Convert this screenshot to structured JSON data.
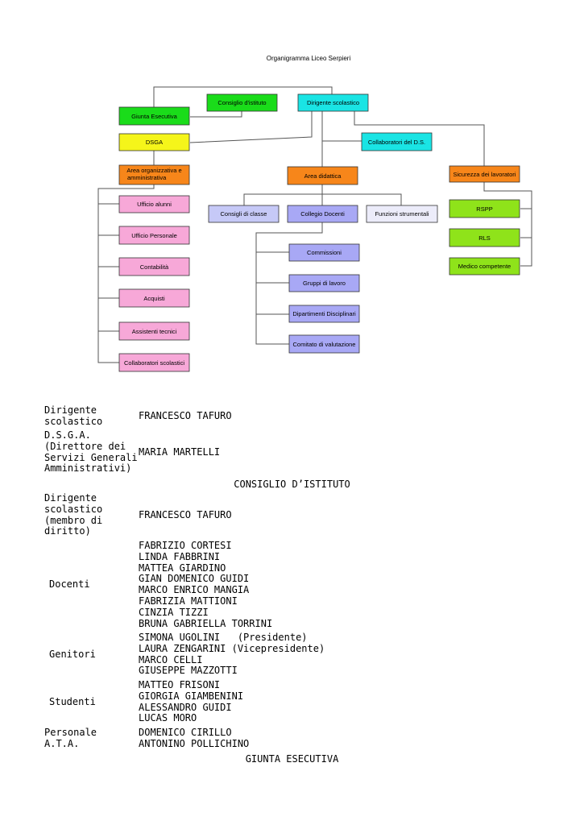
{
  "chart": {
    "title": "Organigramma Liceo Serpieri",
    "boxes": {
      "consiglio_istituto": {
        "label": "Consiglio d'istituto",
        "color": "#1adc1a"
      },
      "dirigente": {
        "label": "Dirigente scolastico",
        "color": "#1ae4e4"
      },
      "giunta": {
        "label": "Giunta Esecutiva",
        "color": "#1adc1a"
      },
      "dsga": {
        "label": "DSGA",
        "color": "#f5f51a"
      },
      "collaboratori_ds": {
        "label": "Collaboratori del D.S.",
        "color": "#1ae4e4"
      },
      "area_org": {
        "label_line1": "Area organizzativa e",
        "label_line2": "amministrativa",
        "color": "#f7861a"
      },
      "area_did": {
        "label": "Area didattica",
        "color": "#f7861a"
      },
      "sicurezza": {
        "label": "Sicurezza dei lavoratori",
        "color": "#f7861a"
      },
      "ufficio_alunni": {
        "label": "Ufficio alunni",
        "color": "#f7a8d8"
      },
      "ufficio_personale": {
        "label": "Ufficio Personale",
        "color": "#f7a8d8"
      },
      "contabilita": {
        "label": "Contabilità",
        "color": "#f7a8d8"
      },
      "acquisti": {
        "label": "Acquisti",
        "color": "#f7a8d8"
      },
      "assistenti": {
        "label": "Assistenti tecnici",
        "color": "#f7a8d8"
      },
      "collaboratori_scol": {
        "label": "Collaboratori scolastici",
        "color": "#f7a8d8"
      },
      "consigli_classe": {
        "label": "Consigli di classe",
        "color": "#c6c9f7"
      },
      "collegio": {
        "label": "Collegio Docenti",
        "color": "#a8a8f5"
      },
      "funzioni": {
        "label": "Funzioni strumentali",
        "color": "#ececfa"
      },
      "commissioni": {
        "label": "Commissioni",
        "color": "#a8a8f5"
      },
      "gruppi": {
        "label": "Gruppi di lavoro",
        "color": "#a8a8f5"
      },
      "dipartimenti": {
        "label": "Dipartimenti Disciplinari",
        "color": "#a8a8f5"
      },
      "comitato": {
        "label": "Comitato di valutazione",
        "color": "#a8a8f5"
      },
      "rspp": {
        "label": "RSPP",
        "color": "#8fe31a"
      },
      "rls": {
        "label": "RLS",
        "color": "#8fe31a"
      },
      "medico": {
        "label": "Medico competente",
        "color": "#8fe31a"
      }
    }
  },
  "document": {
    "dirigente_label": "Dirigente\nscolastico",
    "dirigente_value": "FRANCESCO TAFURO",
    "dsga_label": "D.S.G.A.\n(Direttore dei\nServizi Generali\nAmministrativi)",
    "dsga_value": "MARIA MARTELLI",
    "consiglio_heading": "CONSIGLIO D’ISTITUTO",
    "ci_dirigente_label": "Dirigente\nscolastico\n(membro di\ndiritto)",
    "ci_dirigente_value": "FRANCESCO TAFURO",
    "docenti_label": "Docenti",
    "docenti_value": "FABRIZIO CORTESI\nLINDA FABBRINI\nMATTEA GIARDINO\nGIAN DOMENICO GUIDI\nMARCO ENRICO MANGIA\nFABRIZIA MATTIONI\nCINZIA TIZZI\nBRUNA GABRIELLA TORRINI",
    "genitori_label": "Genitori",
    "genitori_value": "SIMONA UGOLINI   (Presidente)\nLAURA ZENGARINI (Vicepresidente)\nMARCO CELLI\nGIUSEPPE MAZZOTTI",
    "studenti_label": "Studenti",
    "studenti_value": "MATTEO FRISONI\nGIORGIA GIAMBENINI\nALESSANDRO GUIDI\nLUCAS MORO",
    "ata_label": "Personale\nA.T.A.",
    "ata_value": "DOMENICO CIRILLO\nANTONINO POLLICHINO",
    "giunta_heading": "GIUNTA ESECUTIVA"
  }
}
